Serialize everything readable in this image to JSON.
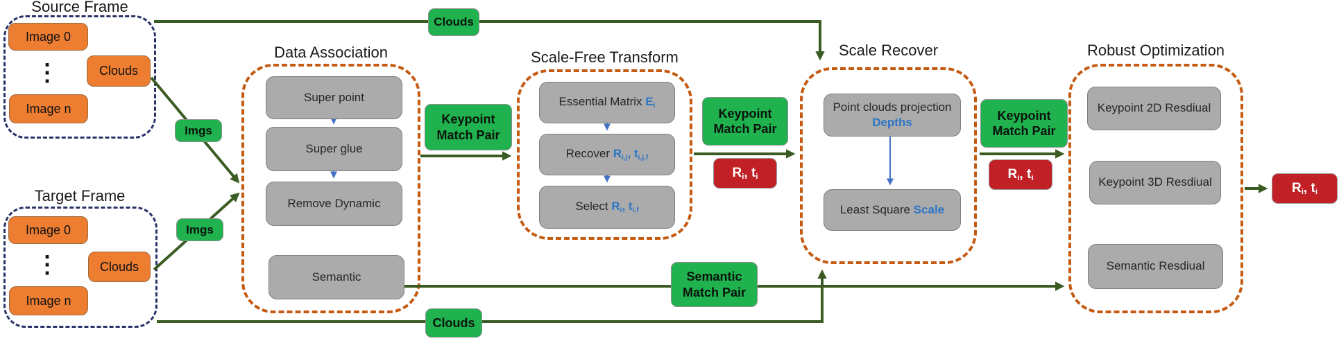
{
  "source_frame": {
    "title": "Source Frame",
    "image0": "Image 0",
    "dots": "⋮",
    "image_n": "Image n",
    "clouds": "Clouds"
  },
  "target_frame": {
    "title": "Target Frame",
    "image0": "Image 0",
    "dots": "⋮",
    "image_n": "Image n",
    "clouds": "Clouds"
  },
  "labels": {
    "clouds_top": "Clouds",
    "clouds_bottom": "Clouds",
    "imgs_source": "Imgs",
    "imgs_target": "Imgs",
    "keypoint_match_pair": "Keypoint Match Pair",
    "semantic_match_pair": "Semantic Match Pair"
  },
  "data_association": {
    "title": "Data Association",
    "steps": [
      "Super point",
      "Super glue",
      "Remove Dynamic"
    ],
    "semantic": "Semantic"
  },
  "scale_free": {
    "title": "Scale-Free Transform",
    "essential": {
      "pre": "Essential Matrix ",
      "sym": "E",
      "sub": "i"
    },
    "recover": {
      "pre": "Recover ",
      "sym1": "R",
      "sub1": "i,j",
      "mid": ", ",
      "sym2": "t",
      "sub2": "i,j,f"
    },
    "select": {
      "pre": "Select ",
      "sym1": "R",
      "sub1": "i",
      "mid": ", ",
      "sym2": "t",
      "sub2": "i,f"
    }
  },
  "scale_recover": {
    "title": "Scale Recover",
    "projection": {
      "pre": "Point clouds projection ",
      "hl": "Depths"
    },
    "least_square": {
      "pre": "Least Square ",
      "hl": "Scale"
    }
  },
  "robust_optimization": {
    "title": "Robust Optimization",
    "residuals": [
      "Keypoint 2D Resdiual",
      "Keypoint 3D Resdiual",
      "Semantic Resdiual"
    ]
  },
  "rt_label": {
    "sym1": "R",
    "sub1": "i",
    "mid": ", ",
    "sym2": "t",
    "sub2": "i"
  },
  "colors": {
    "green_box": "#1fb24e",
    "dark_green_line": "#3a5b22",
    "orange_box": "#ed7d31",
    "red_box": "#c02026",
    "blue_highlight": "#2e75c6",
    "orange_dash": "#c55a11",
    "navy_dash": "#293268",
    "gray_box": "#ababab",
    "blue_arrow": "#4472c4"
  }
}
